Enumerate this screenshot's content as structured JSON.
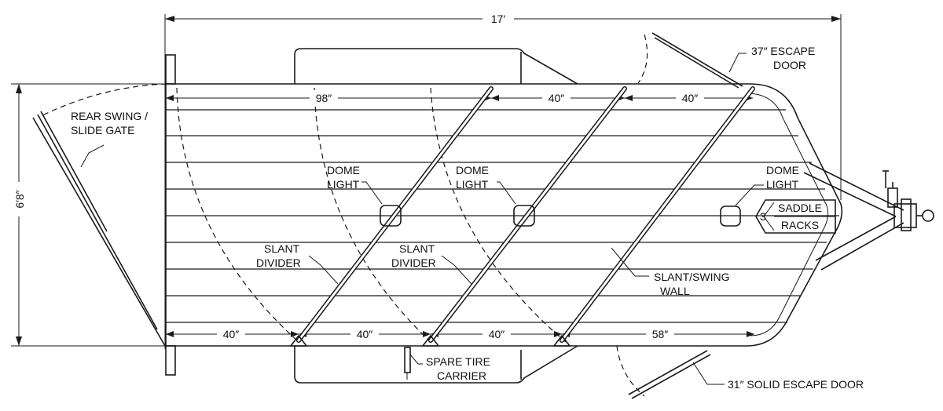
{
  "dimensions": {
    "overall_length": "17′",
    "overall_width": "6′8″",
    "top": [
      "98″",
      "40″",
      "40″"
    ],
    "bottom": [
      "40″",
      "40″",
      "40″",
      "58″"
    ]
  },
  "labels": {
    "rear_gate": [
      "REAR SWING /",
      "SLIDE GATE"
    ],
    "escape_door_top": [
      "37″ ESCAPE",
      "DOOR"
    ],
    "escape_door_bottom": "31″ SOLID ESCAPE DOOR",
    "dome_light_1": [
      "DOME",
      "LIGHT"
    ],
    "dome_light_2": [
      "DOME",
      "LIGHT"
    ],
    "dome_light_3": [
      "DOME",
      "LIGHT"
    ],
    "slant_divider_1": [
      "SLANT",
      "DIVIDER"
    ],
    "slant_divider_2": [
      "SLANT",
      "DIVIDER"
    ],
    "slant_swing_wall": [
      "SLANT/SWING",
      "WALL"
    ],
    "saddle_racks": [
      "SADDLE",
      "RACKS"
    ],
    "saddle_racks_count": "3",
    "spare_tire": [
      "SPARE TIRE",
      "CARRIER"
    ]
  }
}
